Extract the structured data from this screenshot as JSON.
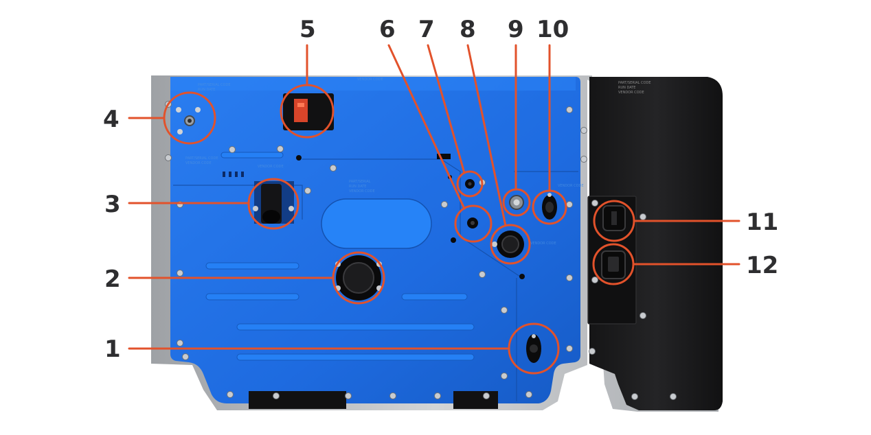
{
  "colors": {
    "panel": "#1f6fe0",
    "panel_dark": "#1457b8",
    "frame": "#b7b9bc",
    "enclosure": "#1b1b1c",
    "callout": "#e2522b",
    "label": "#2e2e30"
  },
  "callouts": [
    {
      "number": "1",
      "part": "bottom-right-fitting"
    },
    {
      "number": "2",
      "part": "large-round-port"
    },
    {
      "number": "3",
      "part": "square-pipe-outlet"
    },
    {
      "number": "4",
      "part": "corner-valve"
    },
    {
      "number": "5",
      "part": "label-plate"
    },
    {
      "number": "6",
      "part": "small-port-lower"
    },
    {
      "number": "7",
      "part": "small-port-upper"
    },
    {
      "number": "8",
      "part": "medium-round-port"
    },
    {
      "number": "9",
      "part": "threaded-connector"
    },
    {
      "number": "10",
      "part": "oval-fitting"
    },
    {
      "number": "11",
      "part": "socket-upper"
    },
    {
      "number": "12",
      "part": "socket-lower"
    }
  ]
}
